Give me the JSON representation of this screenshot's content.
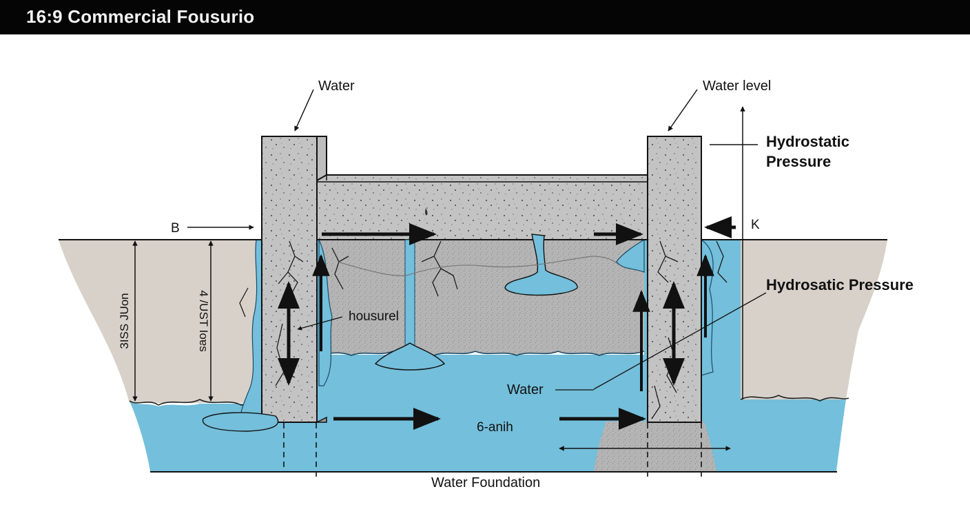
{
  "header": {
    "title": "16:9 Commercial Fousurio"
  },
  "labels": {
    "water_top": "Water",
    "water_level": "Water level",
    "hydrostatic_pressure_line1": "Hydrostatic",
    "hydrostatic_pressure_line2": "Pressure",
    "marker_b": "B",
    "marker_k": "K",
    "hydrosatic_pressure": "Hydrosatic Pressure",
    "dim_left_outer": "3ISS JUon",
    "dim_left_inner": "4 /UST Ioɐs",
    "housurel": "housurel",
    "water_center": "Water",
    "flow_label": "6-anih",
    "water_foundation": "Water Foundation"
  },
  "colors": {
    "concrete": "#c2c2c2",
    "concrete_dark": "#a9a9a9",
    "water": "#74bfdb",
    "soil": "#d8d1ca",
    "line": "#111111"
  }
}
